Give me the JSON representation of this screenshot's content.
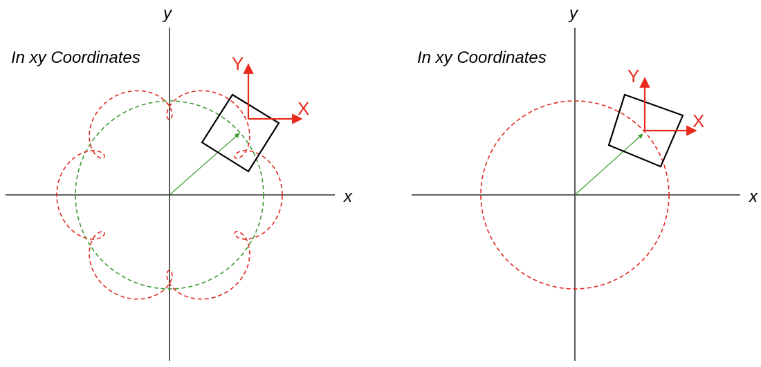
{
  "colors": {
    "axis": "#000000",
    "square": "#000000",
    "epicycle_path": "#e0281e",
    "center_circle": "#3a9c2e",
    "position_vector": "#3a9c2e",
    "body_frame": "#e82a1c"
  },
  "panels": [
    {
      "title": "In xy Coordinates",
      "x_axis_label": "x",
      "y_axis_label": "y",
      "body_x_label": "X",
      "body_y_label": "Y"
    },
    {
      "title": "In xy Coordinates",
      "x_axis_label": "x",
      "y_axis_label": "y",
      "body_x_label": "X",
      "body_y_label": "Y"
    }
  ]
}
